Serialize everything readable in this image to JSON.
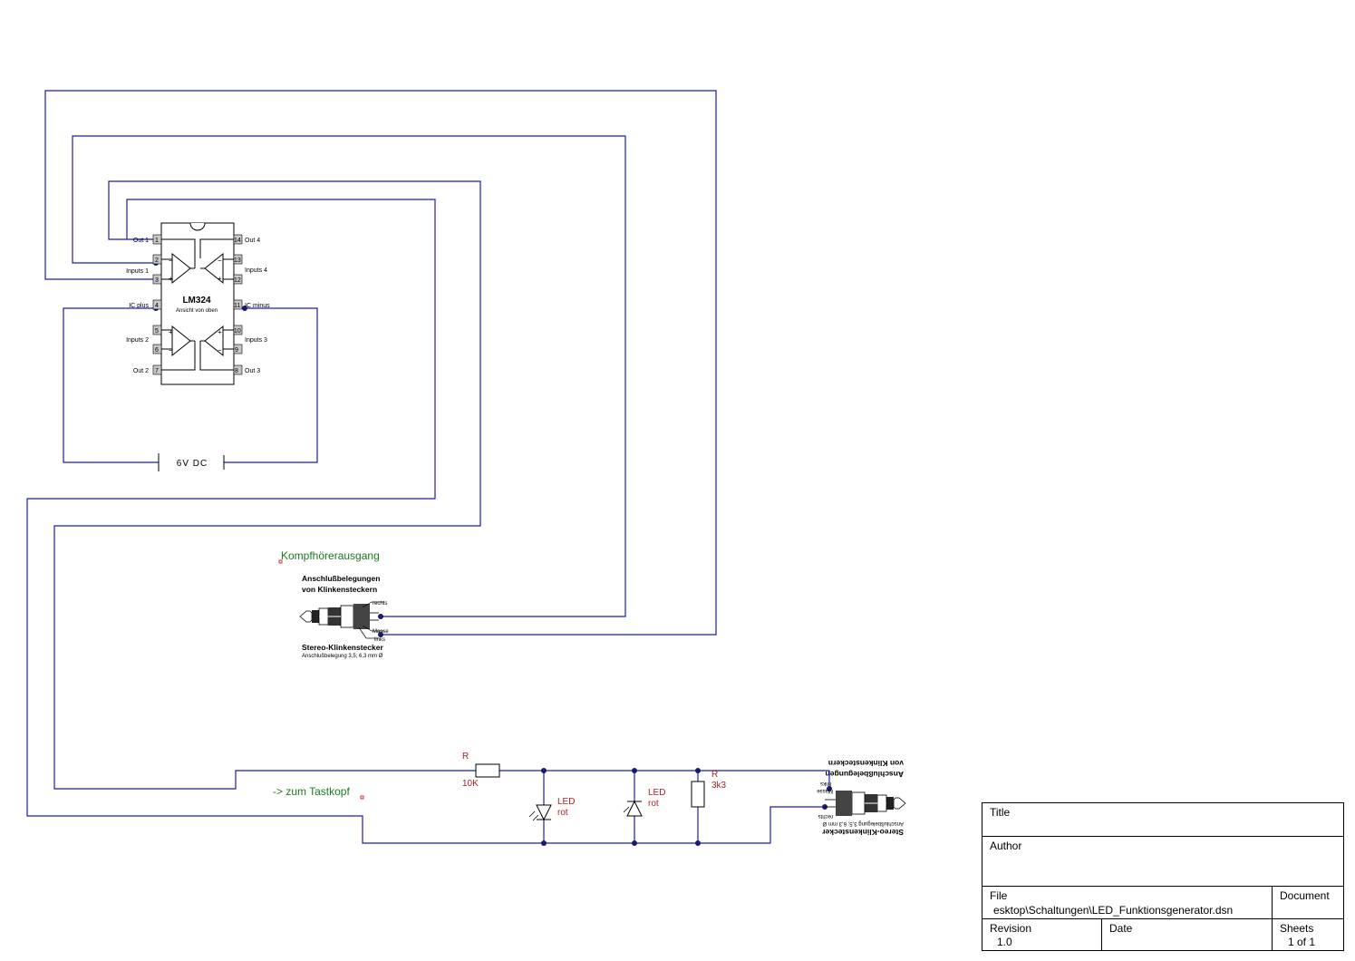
{
  "ic": {
    "name": "LM324",
    "subtitle": "Ansicht von oben",
    "pins": [
      {
        "num": "1",
        "label": "Out 1"
      },
      {
        "num": "2",
        "label": ""
      },
      {
        "num": "3",
        "label": ""
      },
      {
        "num": "4",
        "label": "IC plus"
      },
      {
        "num": "5",
        "label": ""
      },
      {
        "num": "6",
        "label": ""
      },
      {
        "num": "7",
        "label": "Out 2"
      },
      {
        "num": "8",
        "label": "Out 3"
      },
      {
        "num": "9",
        "label": ""
      },
      {
        "num": "10",
        "label": ""
      },
      {
        "num": "11",
        "label": "IC minus"
      },
      {
        "num": "12",
        "label": ""
      },
      {
        "num": "13",
        "label": ""
      },
      {
        "num": "14",
        "label": "Out 4"
      }
    ],
    "group_labels": {
      "inputs1": "Inputs 1",
      "inputs2": "Inputs 2",
      "inputs3": "Inputs 3",
      "inputs4": "Inputs 4"
    }
  },
  "battery": {
    "label": "6V DC"
  },
  "labels": {
    "headphone": "Kompfhörerausgang",
    "probe": "-> zum Tastkopf"
  },
  "jack": {
    "title1": "Anschlußbelegungen",
    "title2": "von Klinkensteckern",
    "rechts": "rechts",
    "masse": "Masse",
    "links": "links",
    "caption1": "Stereo-Klinkenstecker",
    "caption2": "Anschlußbelegung 3,5; 6,3 mm Ø"
  },
  "components": {
    "r1": {
      "ref": "R",
      "value": "10K"
    },
    "led1": {
      "ref": "LED",
      "value": "rot"
    },
    "led2": {
      "ref": "LED",
      "value": "rot"
    },
    "r2": {
      "ref": "R",
      "value": "3k3"
    }
  },
  "titleblock": {
    "title_label": "Title",
    "title_value": "",
    "author_label": "Author",
    "author_value": "",
    "file_label": "File",
    "file_value": "esktop\\Schaltungen\\LED_Funktionsgenerator.dsn",
    "document_label": "Document",
    "document_value": "",
    "revision_label": "Revision",
    "revision_value": "1.0",
    "date_label": "Date",
    "date_value": "",
    "sheets_label": "Sheets",
    "sheets_value": "1 of 1"
  },
  "colors": {
    "wire": "#1a1ac8",
    "node": "#1a1a6a",
    "component_label": "#b02020",
    "net_label": "#1e7a1e"
  }
}
